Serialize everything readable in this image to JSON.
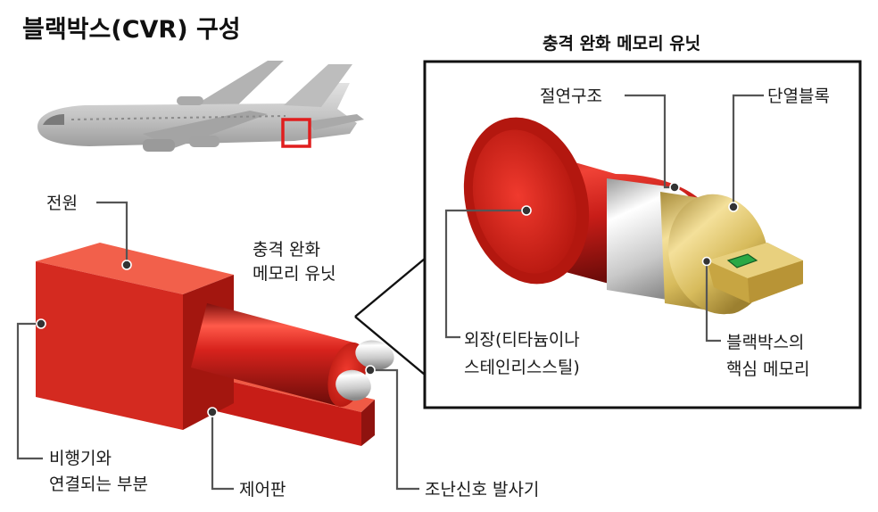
{
  "title": "블랙박스(CVR) 구성",
  "inset": {
    "title": "충격 완화 메모리 유닛",
    "labels": {
      "insulation": "절연구조",
      "thermal_block": "단열블록",
      "casing_line1": "외장(티타늄이나",
      "casing_line2": "스테인리스스틸)",
      "core_line1": "블랙박스의",
      "core_line2": "핵심 메모리"
    }
  },
  "main": {
    "labels": {
      "power": "전원",
      "cmu_line1": "충격 완화",
      "cmu_line2": "메모리 유닛",
      "aircraft_line1": "비행기와",
      "aircraft_line2": "연결되는 부분",
      "control_board": "제어판",
      "beacon": "조난신호 발사기"
    }
  },
  "colors": {
    "red": "#d0201c",
    "red_dark": "#9a1512",
    "gold": "#d8bc5c",
    "silver": "#c8c8c8",
    "chip_green": "#2aa845",
    "plane_gray": "#c9c9c9",
    "highlight_red": "#e01e1e"
  }
}
